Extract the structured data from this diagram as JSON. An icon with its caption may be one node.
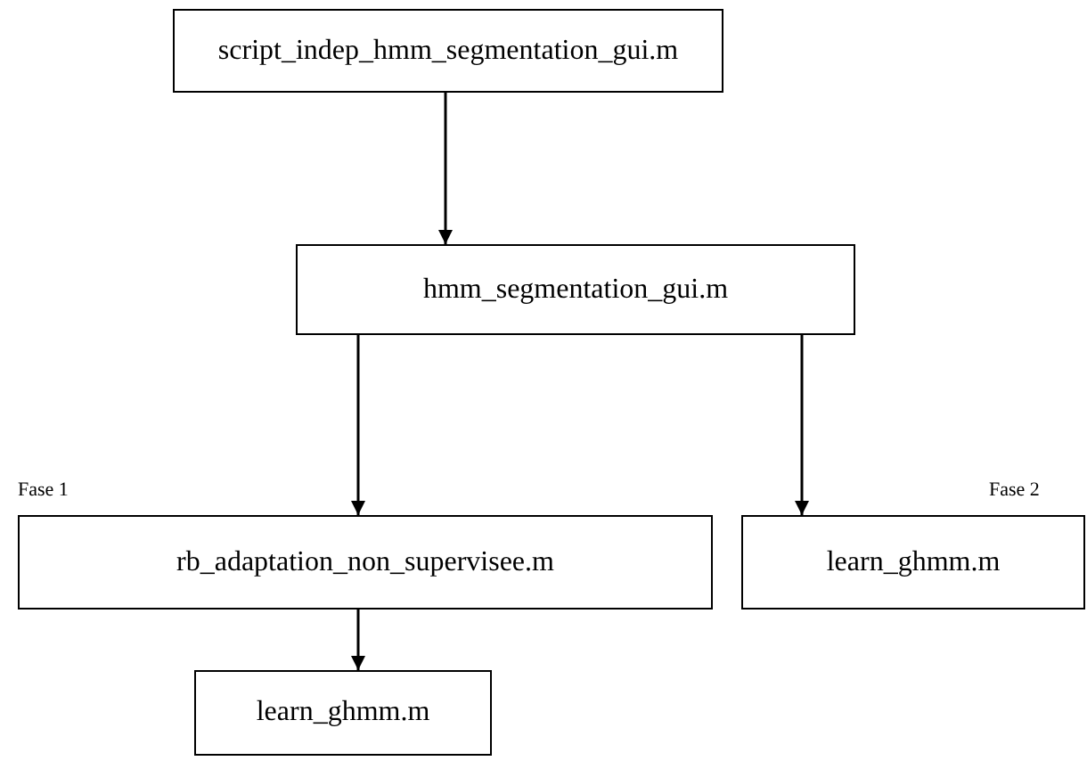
{
  "diagram": {
    "nodes": [
      {
        "text": [
          "script_indep_hmm_segmentation_gui.m"
        ]
      },
      {
        "text": [
          "hmm_segmentation_gui.m"
        ]
      },
      {
        "text": [
          "rb_adaptation_non_supervisee.m"
        ],
        "beside": [
          "Fase 1"
        ]
      },
      {
        "text": [
          "learn_ghmm.m"
        ],
        "beside": [
          "Fase 2"
        ]
      },
      {
        "text": [
          "learn_ghmm.m"
        ]
      }
    ],
    "edges": [
      {
        "from": 0,
        "to": 1,
        "arrow": "to"
      },
      {
        "from": 1,
        "to": 2,
        "arrow": "to"
      },
      {
        "from": 1,
        "to": 3,
        "arrow": "to"
      },
      {
        "from": 2,
        "to": 4,
        "arrow": "to"
      }
    ]
  }
}
